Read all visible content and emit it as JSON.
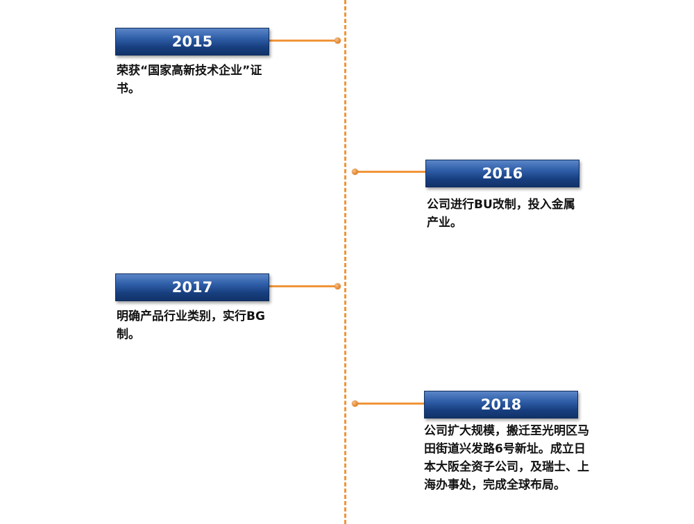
{
  "timeline": [
    {
      "year": "2015",
      "text": "荣获“国家高新技术企业”证书。"
    },
    {
      "year": "2016",
      "text": "公司进行BU改制，投入金属产业。"
    },
    {
      "year": "2017",
      "text": "明确产品行业类别，实行BG制。"
    },
    {
      "year": "2018",
      "text": "公司扩大规模，搬迁至光明区马田街道兴发路6号新址。成立日本大阪全资子公司，及瑞士、上海办事处，完成全球布局。"
    }
  ],
  "colors": {
    "axis": "#f0953a",
    "year_box_top": "#5b86c8",
    "year_box_bottom": "#12336a",
    "year_text": "#ffffff",
    "desc_text": "#111111"
  }
}
